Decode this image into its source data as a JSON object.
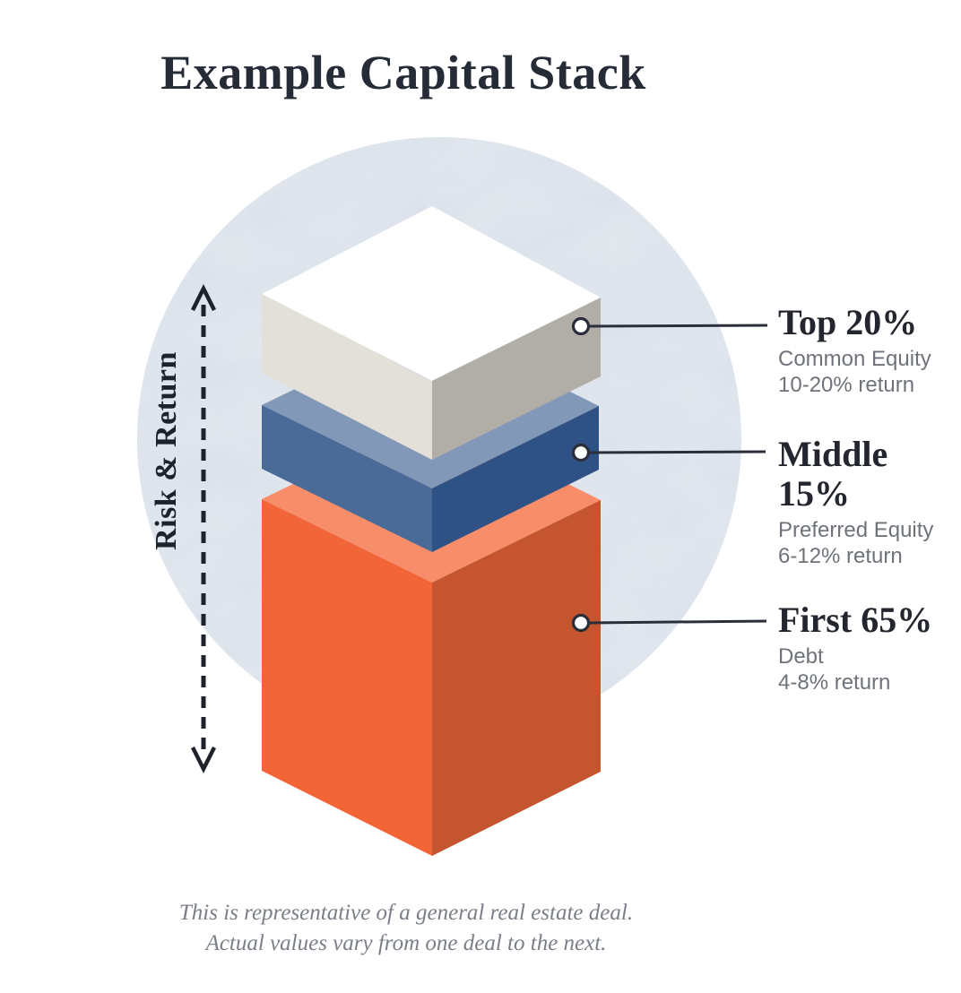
{
  "title": "Example Capital Stack",
  "axis": {
    "label": "Risk & Return"
  },
  "segments": [
    {
      "title": "Top 20%",
      "tranche": "Common Equity",
      "return": "10-20% return"
    },
    {
      "title": "Middle 15%",
      "tranche": "Preferred Equity",
      "return": "6-12% return"
    },
    {
      "title": "First 65%",
      "tranche": "Debt",
      "return": "4-8% return"
    }
  ],
  "footnote": {
    "line1": "This is representative of a general real estate deal.",
    "line2": "Actual values vary from one deal to the next."
  },
  "colors": {
    "background_circle": "#d8dfe9",
    "common_equity_top": "#ffffff",
    "common_equity_left": "#e3e0da",
    "common_equity_right": "#b1aea7",
    "preferred_equity_top": "#8298b8",
    "preferred_equity_left": "#4a6b97",
    "preferred_equity_right": "#2f5286",
    "debt_top": "#f78e69",
    "debt_left": "#f26539",
    "debt_right": "#c4552f",
    "connector": "#2a2e39",
    "arrow": "#1e222b"
  }
}
